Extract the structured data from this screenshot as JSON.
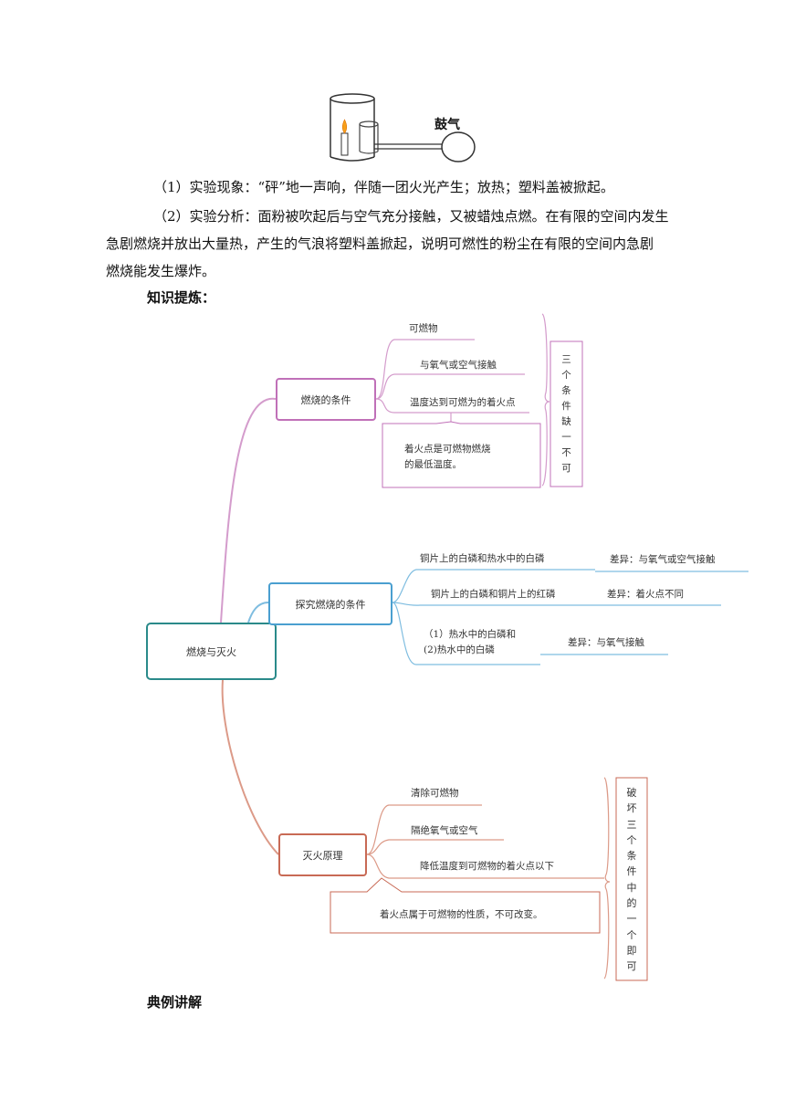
{
  "figure": {
    "blower_label": "鼓气"
  },
  "paragraphs": {
    "p1": "（1）实验现象：“砰”地一声响，伴随一团火光产生；放热；塑料盖被掀起。",
    "p2_line1": "（2）实验分析：面粉被吹起后与空气充分接触，又被蜡烛点燃。在有限的空间内发生",
    "p2_line2": "急剧燃烧并放出大量热，产生的气浪将塑料盖掀起，说明可燃性的粉尘在有限的空间内急剧",
    "p2_line3": "燃烧能发生爆炸。"
  },
  "headings": {
    "knowledge": "知识提炼：",
    "examples": "典例讲解"
  },
  "mindmap": {
    "root": "燃烧与灭火",
    "branch1": {
      "title": "燃烧的条件",
      "items": [
        "可燃物",
        "与氧气或空气接触",
        "温度达到可燃为的着火点"
      ],
      "note_line1": "着火点是可燃物燃烧",
      "note_line2": "的最低温度。",
      "summary": "三\n个\n条\n件\n缺\n一\n不\n可"
    },
    "branch2": {
      "title": "探究燃烧的条件",
      "items": [
        "铜片上的白磷和热水中的白磷",
        "铜片上的白磷和铜片上的红磷"
      ],
      "item3_line1": "（1）热水中的白磷和",
      "item3_line2": "(2)热水中的白磷",
      "diffs": [
        "差异：与氧气或空气接触",
        "差异：着火点不同",
        "差异：与氧气接触"
      ]
    },
    "branch3": {
      "title": "灭火原理",
      "items": [
        "清除可燃物",
        "隔绝氧气或空气",
        "降低温度到可燃物的着火点以下"
      ],
      "note": "着火点属于可燃物的性质，不可改变。",
      "summary": "破\n坏\n三\n个\n条\n件\n中\n的\n一\n个\n即\n可"
    }
  },
  "colors": {
    "branch1": "#c070b8",
    "branch2": "#4a9fd0",
    "branch3": "#c86a55",
    "root": "#2a8a8a"
  }
}
